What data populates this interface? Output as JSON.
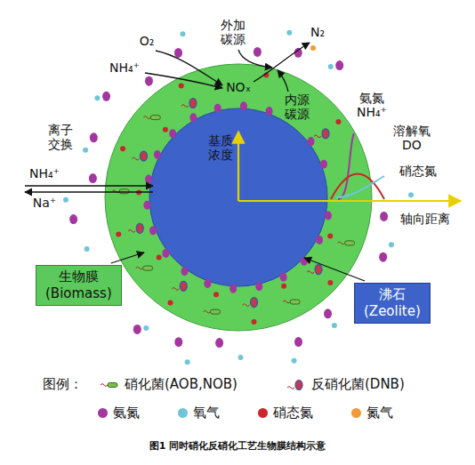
{
  "diagram": {
    "caption": "图1 同时硝化反硝化工艺生物膜结构示意",
    "nodes": [
      {
        "text": [
          "生物膜",
          "(Biomass)"
        ]
      },
      {
        "text": [
          "沸石",
          "(Zeolite)"
        ]
      }
    ],
    "labels": [
      "O₂",
      "NH₄⁺",
      "外加碳源",
      "NOₓ",
      "N₂",
      "内源碳源",
      "氨氮 NH₄⁺",
      "溶解氧 DO",
      "硝态氮",
      "基质浓度",
      "轴向距离",
      "离子交换",
      "NH₄⁺",
      "Na⁺",
      "图例："
    ],
    "legend": [
      {
        "text": "硝化菌(AOB,NOB)"
      },
      {
        "text": "反硝化菌(DNB)"
      },
      {
        "text": "氨氮",
        "color": "#a3379f"
      },
      {
        "text": "氧气",
        "color": "#6ec6d8"
      },
      {
        "text": "硝态氮",
        "color": "#c9272c"
      },
      {
        "text": "氮气",
        "color": "#f29a38"
      }
    ]
  }
}
